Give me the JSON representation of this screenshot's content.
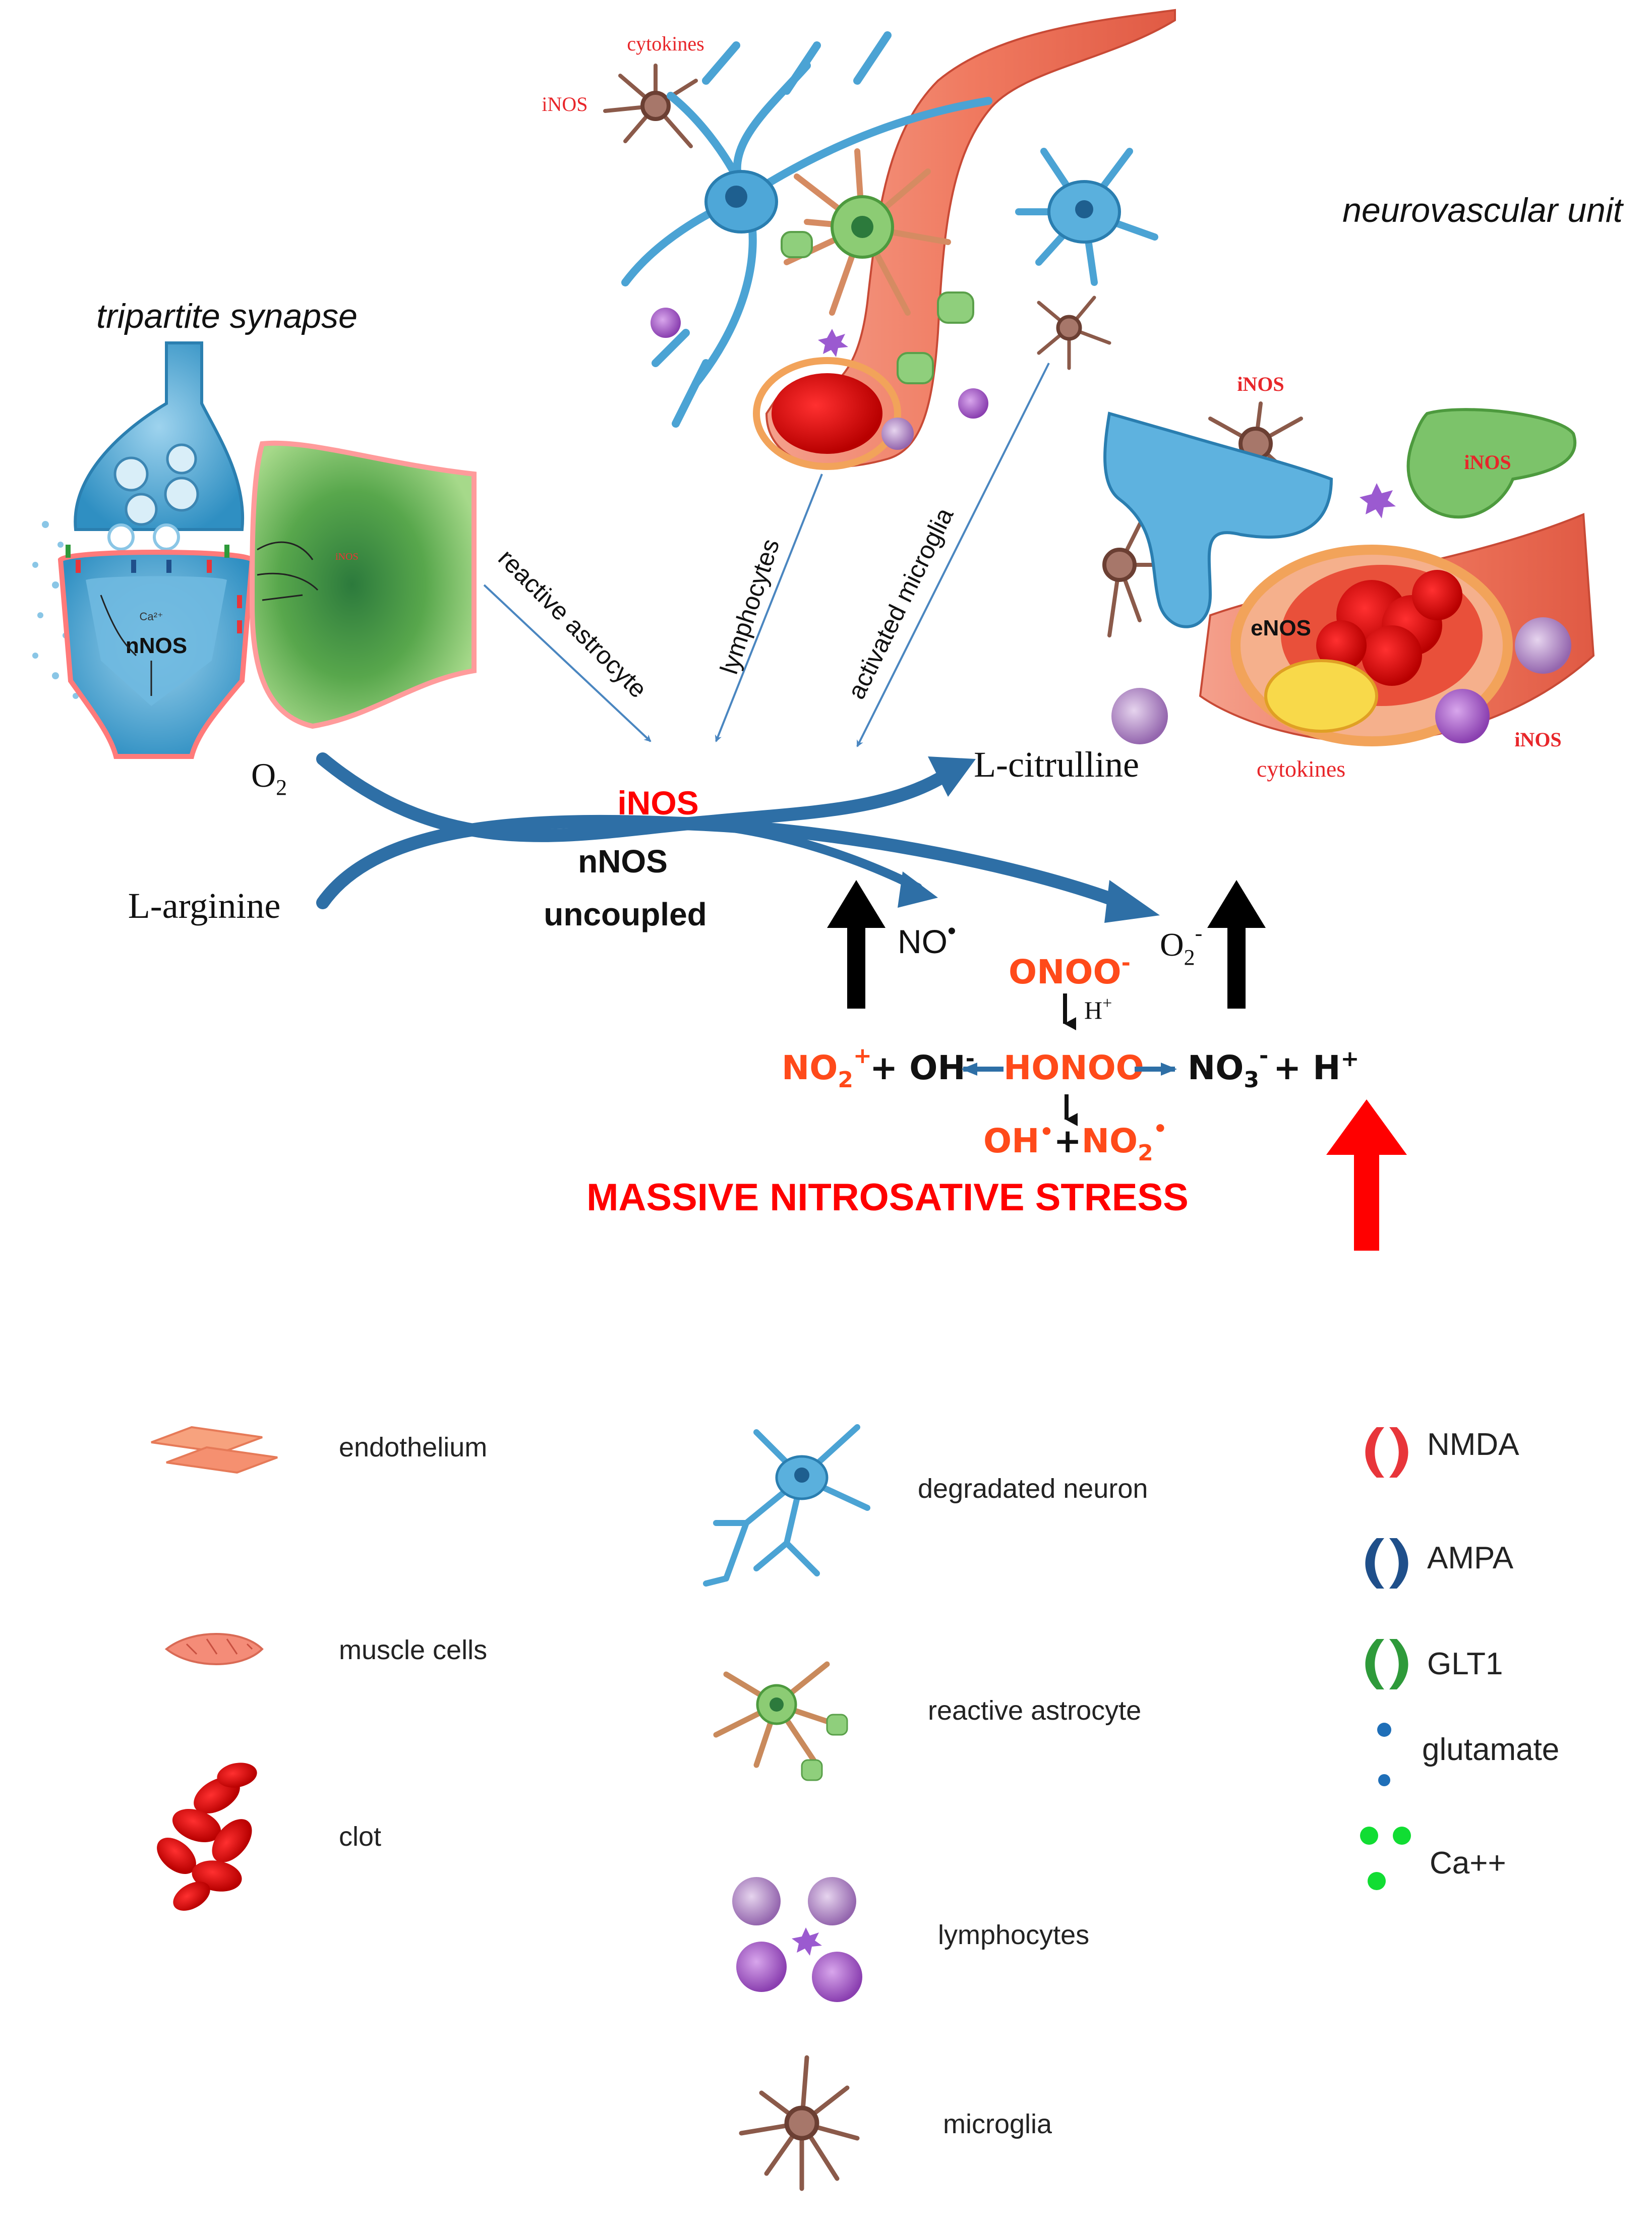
{
  "titles": {
    "tripartite": "tripartite synapse",
    "neurovascular": "neurovascular unit"
  },
  "top_labels": {
    "cytokines": "cytokines",
    "inos": "iNOS"
  },
  "synapse_labels": {
    "nnos": "nNOS",
    "ca": "Ca²⁺",
    "inos_small": "iNOS"
  },
  "nvu_labels": {
    "inos_top": "iNOS",
    "inos_astro": "iNOS",
    "enos": "eNOS",
    "inos_bottom": "iNOS",
    "cytokines": "cytokines"
  },
  "arrow_labels": {
    "reactive_astrocyte": "reactive astrocyte",
    "lymphocytes": "lymphocytes",
    "activated_microglia": "activated microglia"
  },
  "reaction": {
    "o2": "O",
    "o2_sub": "2",
    "l_arginine": "L-arginine",
    "l_citrulline": "L-citrulline",
    "inos": "iNOS",
    "nnos": "nNOS",
    "uncoupled": "uncoupled",
    "no": "NO",
    "no_sup": "•",
    "superoxide": "O",
    "superoxide_sub": "2",
    "superoxide_sup": "-"
  },
  "chemistry": {
    "onoo": "ONOO",
    "onoo_sup": "-",
    "h_plus": "H",
    "h_plus_sup": "+",
    "no2": "NO",
    "no2_sub": "2",
    "no2_sup": "+",
    "plus1": "+ OH",
    "oh_sup": "-",
    "honoo": "HONOO",
    "no3": "NO",
    "no3_sub": "3",
    "no3_sup": "-",
    "plus_h": "+ H",
    "plus_h_sup": "+",
    "oh_rad": "OH",
    "oh_rad_sup": "•",
    "plus2": "+",
    "no2_rad": "NO",
    "no2_rad_sub": "2",
    "no2_rad_sup": "•",
    "stress": "MASSIVE NITROSATIVE STRESS"
  },
  "legend": {
    "endothelium": "endothelium",
    "muscle_cells": "muscle cells",
    "clot": "clot",
    "degradated_neuron": "degradated neuron",
    "reactive_astrocyte": "reactive astrocyte",
    "lymphocytes": "lymphocytes",
    "microglia": "microglia",
    "nmda": "NMDA",
    "ampa": "AMPA",
    "glt1": "GLT1",
    "glutamate": "glutamate",
    "ca": "Ca++"
  },
  "colors": {
    "neuron_blue": "#5aafd8",
    "astro_green": "#7cc36a",
    "vessel_red": "#f07860",
    "arrow_blue": "#2e6fa6",
    "text_red": "#ff0000",
    "product_orange": "#ff4a1a",
    "microglia_brown": "#8b5a4a",
    "lymph_purple": "#a070b8"
  }
}
